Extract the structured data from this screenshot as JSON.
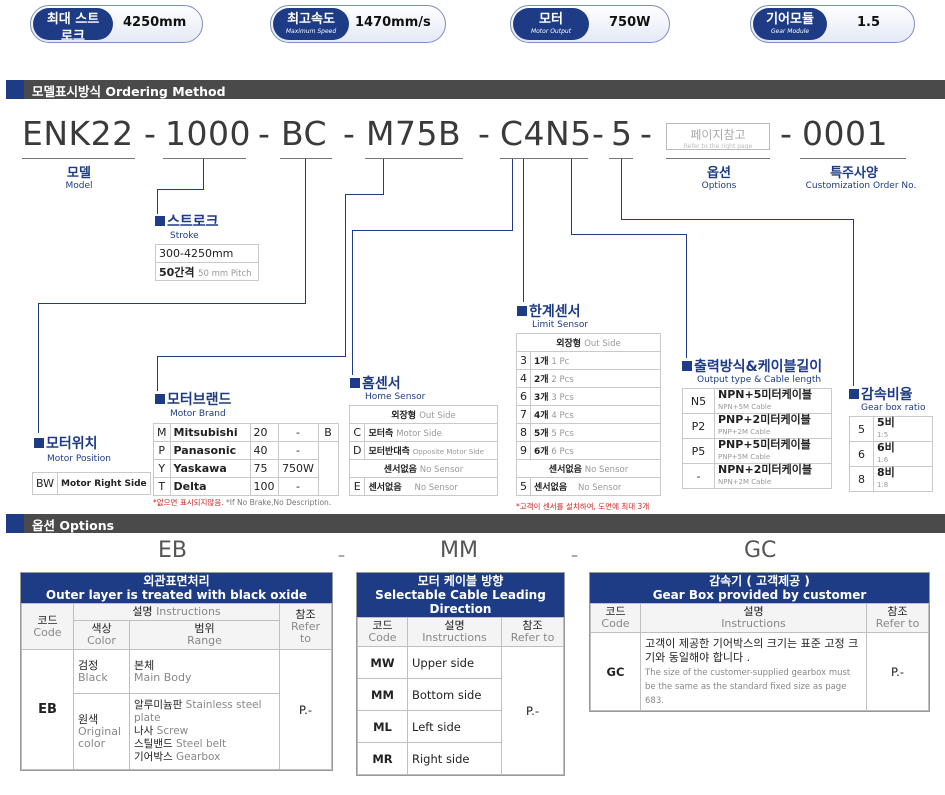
{
  "specs": [
    {
      "kr": "최대 스트로크",
      "en": "Maximum Stroke",
      "value": "4250mm"
    },
    {
      "kr": "최고속도",
      "en": "Maximum Speed",
      "value": "1470mm/s"
    },
    {
      "kr": "모터",
      "en": "Motor Output",
      "value": "750W"
    },
    {
      "kr": "기어모듈",
      "en": "Gear Module",
      "value": "1.5"
    }
  ],
  "ordering": {
    "section_title": "모델표시방식 Ordering Method",
    "codes": {
      "model": "ENK22",
      "d1": "-",
      "stroke": "1000",
      "d2": "-",
      "brake": "BC",
      "d3": "-",
      "motor": "M75B",
      "d4": "-",
      "sensor": "C4N5",
      "d5": "-",
      "ratio": "5",
      "d6": "-",
      "d7": "-",
      "custom": "0001"
    },
    "ref_box": {
      "kr": "페이지참고",
      "en": "Refer to the right page"
    },
    "labels": {
      "model_kr": "모델",
      "model_en": "Model",
      "option_kr": "옵션",
      "option_en": "Options",
      "custom_kr": "특주사양",
      "custom_en": "Customization Order No."
    },
    "stroke": {
      "title": "스트로크",
      "sub": "Stroke",
      "range": "300-4250mm",
      "interval_kr": "50간격",
      "interval_en": "50 mm Pitch"
    },
    "motor_position": {
      "title": "모터위치",
      "sub": "Motor Position",
      "code": "BW",
      "desc": "Motor Right Side"
    },
    "motor_brand": {
      "title": "모터브랜드",
      "sub": "Motor Brand",
      "rows": [
        {
          "code": "M",
          "name": "Mitsubishi",
          "w": "20",
          "x": "-",
          "y": "B"
        },
        {
          "code": "P",
          "name": "Panasonic",
          "w": "40",
          "x": "-",
          "y": ""
        },
        {
          "code": "Y",
          "name": "Yaskawa",
          "w": "75",
          "x": "750W",
          "y": ""
        },
        {
          "code": "T",
          "name": "Delta",
          "w": "100",
          "x": "-",
          "y": ""
        }
      ],
      "note_red": "*없으면 표시되지않음.",
      "note_gray": "*If No Brake,No Description."
    },
    "home_sensor": {
      "title": "홈센서",
      "sub": "Home Sensor",
      "header_kr": "외장형",
      "header_en": "Out Side",
      "rows": [
        {
          "code": "C",
          "kr": "모터측",
          "en": "Motor Side"
        },
        {
          "code": "D",
          "kr": "모터반대측",
          "en": "Opposite Motor Side"
        },
        {
          "code": "",
          "kr": "센서없음",
          "en": "No Sensor"
        },
        {
          "code": "E",
          "kr": "센서없음",
          "en": "No Sensor"
        }
      ]
    },
    "limit_sensor": {
      "title": "한계센서",
      "sub": "Limit Sensor",
      "header_kr": "외장형",
      "header_en": "Out Side",
      "rows": [
        {
          "code": "3",
          "kr": "1개",
          "en": "1 Pc"
        },
        {
          "code": "4",
          "kr": "2개",
          "en": "2 Pcs"
        },
        {
          "code": "6",
          "kr": "3개",
          "en": "3 Pcs"
        },
        {
          "code": "7",
          "kr": "4개",
          "en": "4 Pcs"
        },
        {
          "code": "8",
          "kr": "5개",
          "en": "5 Pcs"
        },
        {
          "code": "9",
          "kr": "6개",
          "en": "6 Pcs"
        },
        {
          "code": "",
          "kr": "센서없음",
          "en": "No Sensor"
        },
        {
          "code": "5",
          "kr": "센서없음",
          "en": "No Sensor"
        }
      ],
      "note_red": "*고객이 센서를 설치하여, 도면에 최대 3개"
    },
    "output": {
      "title": "출력방식&케이블길이",
      "sub": "Output type & Cable length",
      "rows": [
        {
          "code": "N5",
          "kr": "NPN+5미터케이블",
          "en": "NPN+5M Cable"
        },
        {
          "code": "P2",
          "kr": "PNP+2미터케이블",
          "en": "PNP+2M Cable"
        },
        {
          "code": "P5",
          "kr": "PNP+5미터케이블",
          "en": "PNP+5M Cable"
        },
        {
          "code": "-",
          "kr": "NPN+2미터케이블",
          "en": "NPN+2M Cable"
        }
      ]
    },
    "gear_ratio": {
      "title": "감속비율",
      "sub": "Gear box ratio",
      "rows": [
        {
          "code": "5",
          "kr": "5비",
          "en": "1:5"
        },
        {
          "code": "6",
          "kr": "6비",
          "en": "1:6"
        },
        {
          "code": "8",
          "kr": "8비",
          "en": "1:8"
        }
      ]
    }
  },
  "options": {
    "section_title": "옵션 Options",
    "eb": {
      "big": "EB",
      "title1": "외관표면처리",
      "title2": "Outer layer is treated with black oxide",
      "h_code_kr": "코드",
      "h_code_en": "Code",
      "h_desc_kr": "설명",
      "h_desc_en": "Instructions",
      "h_ref_kr": "참조",
      "h_ref_en": "Refer to",
      "h_color_kr": "색상",
      "h_color_en": "Color",
      "h_range_kr": "범위",
      "h_range_en": "Range",
      "code": "EB",
      "black_kr": "검정",
      "black_en": "Black",
      "black_range_kr": "본체",
      "black_range_en": "Main Body",
      "orig_kr": "원색",
      "orig_en1": "Original",
      "orig_en2": "color",
      "r1_kr": "알루미늄판",
      "r1_en": "Stainless steel plate",
      "r2_kr": "나사",
      "r2_en": "Screw",
      "r3_kr": "스틸밴드",
      "r3_en": "Steel belt",
      "r4_kr": "기어박스",
      "r4_en": "Gearbox",
      "ref": "P.-"
    },
    "dash1": "–",
    "mm": {
      "big": "MM",
      "title1": "모터 케이블 방향",
      "title2": "Selectable Cable Leading Direction",
      "h_code_kr": "코드",
      "h_code_en": "Code",
      "h_desc_kr": "설명",
      "h_desc_en": "Instructions",
      "h_ref_kr": "참조",
      "h_ref_en": "Refer to",
      "rows": [
        {
          "code": "MW",
          "desc": "Upper side"
        },
        {
          "code": "MM",
          "desc": "Bottom side"
        },
        {
          "code": "ML",
          "desc": "Left side"
        },
        {
          "code": "MR",
          "desc": "Right side"
        }
      ],
      "ref": "P.-"
    },
    "dash2": "–",
    "gc": {
      "big": "GC",
      "title1": "감속기 ( 고객제공 )",
      "title2": "Gear Box provided by customer",
      "h_code_kr": "코드",
      "h_code_en": "Code",
      "h_desc_kr": "설명",
      "h_desc_en": "Instructions",
      "h_ref_kr": "참조",
      "h_ref_en": "Refer to",
      "code": "GC",
      "desc_kr": "고객이 제공한 기어박스의 크기는 표준 고정 크기와 동일해야 합니다 .",
      "desc_en": "The size of the customer-supplied gearbox must be the same as the standard fixed size as page 683.",
      "ref": "P.-"
    }
  }
}
